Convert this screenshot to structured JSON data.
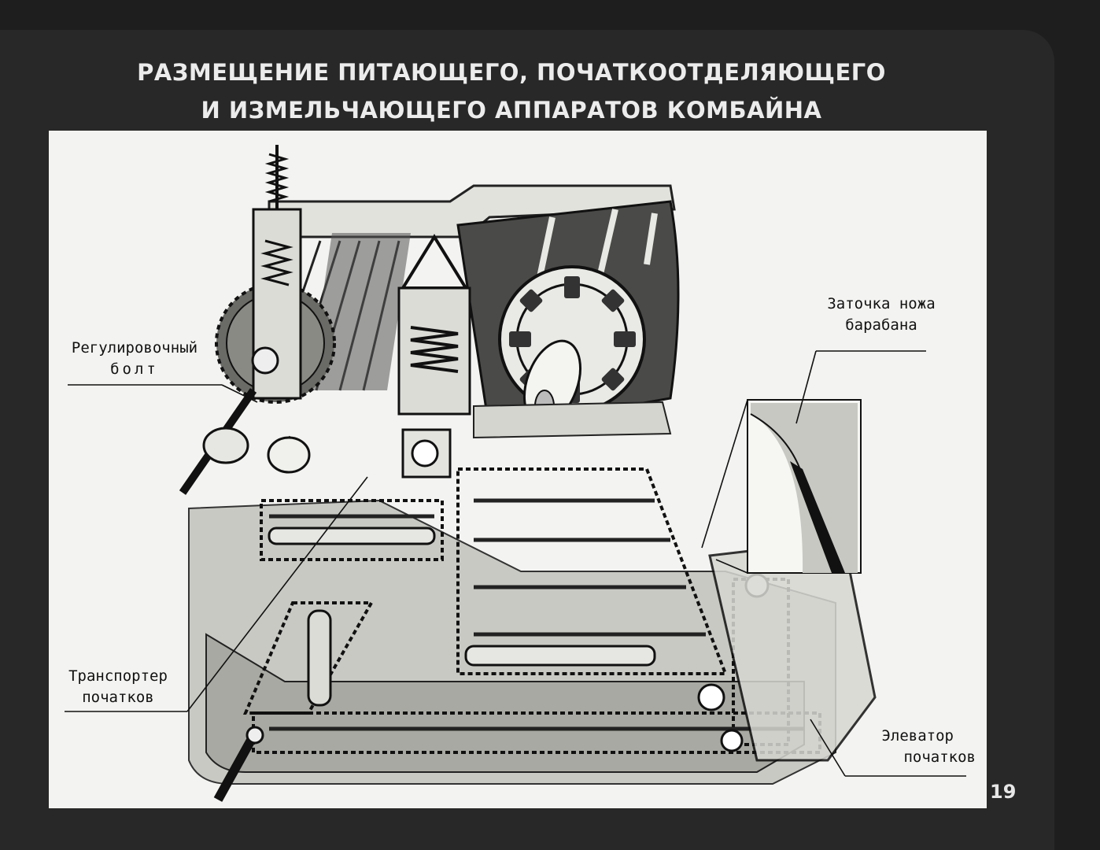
{
  "title": {
    "line1": "РАЗМЕЩЕНИЕ   ПИТАЮЩЕГО,   ПОЧАТКООТДЕЛЯЮЩЕГО",
    "line2": "И ИЗМЕЛЬЧАЮЩЕГО АППАРАТОВ    КОМБАЙНА"
  },
  "labels": {
    "adjusting_bolt": {
      "line1": "Регулировочный",
      "line2": "болт"
    },
    "drum_knife_sharpening": {
      "line1": "Заточка ножа",
      "line2": "барабана"
    },
    "cob_conveyor": {
      "line1": "Транспортер",
      "line2": "початков"
    },
    "cob_elevator": {
      "line1": "Элеватор",
      "line2": "початков"
    }
  },
  "slide_number": "19",
  "colors": {
    "background": "#1e1e1e",
    "panel": "#f3f3f1",
    "ink": "#111111",
    "title": "#ececec"
  }
}
